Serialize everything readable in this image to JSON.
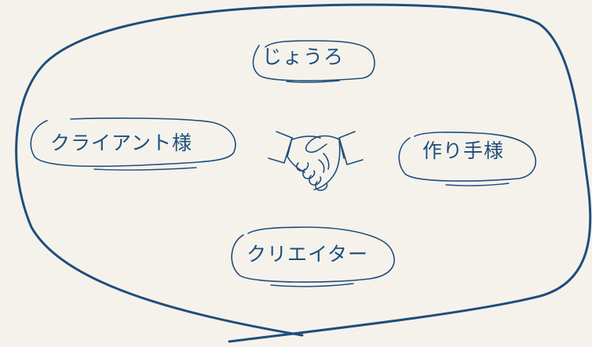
{
  "diagram": {
    "center_icon": "handshake-icon",
    "colors": {
      "ink": "#1f4e7a",
      "background": "#f5f2ec"
    },
    "nodes": [
      {
        "id": "jouro",
        "label": "じょうろ"
      },
      {
        "id": "client",
        "label": "クライアント様"
      },
      {
        "id": "maker",
        "label": "作り手様"
      },
      {
        "id": "creator",
        "label": "クリエイター"
      }
    ]
  }
}
